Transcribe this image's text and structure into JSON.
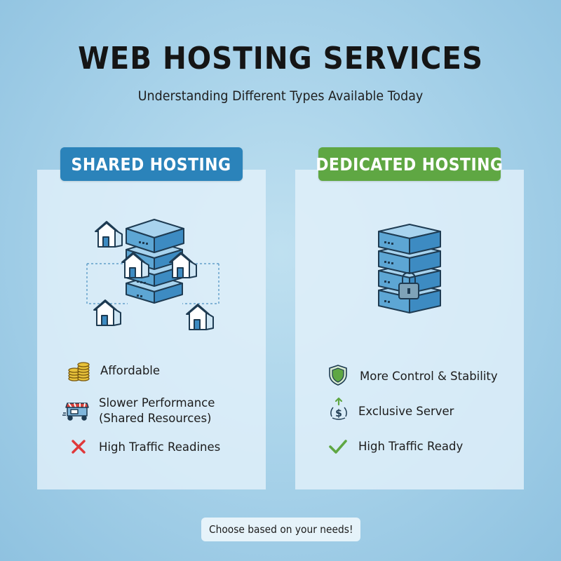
{
  "header": {
    "title": "WEB HOSTING SERVICES",
    "subtitle": "Understanding Different Types Available Today"
  },
  "shared": {
    "label": "SHARED HOSTING",
    "color": "#2b83ba",
    "features": [
      {
        "icon": "coins-icon",
        "text": "Affordable"
      },
      {
        "icon": "slow-cart-icon",
        "line1": "Slower Performance",
        "line2": "(Shared Resources)"
      },
      {
        "icon": "x-mark-icon",
        "text": "High Traffic Readines"
      }
    ]
  },
  "dedicated": {
    "label": "DEDICATED HOSTING",
    "color": "#5fa743",
    "features": [
      {
        "icon": "shield-icon",
        "text": "More Control & Stability"
      },
      {
        "icon": "dollar-growth-icon",
        "text": "Exclusive Server"
      },
      {
        "icon": "check-icon",
        "text": "High Traffic Ready"
      }
    ]
  },
  "footer": {
    "text": "Choose based on your needs!"
  }
}
